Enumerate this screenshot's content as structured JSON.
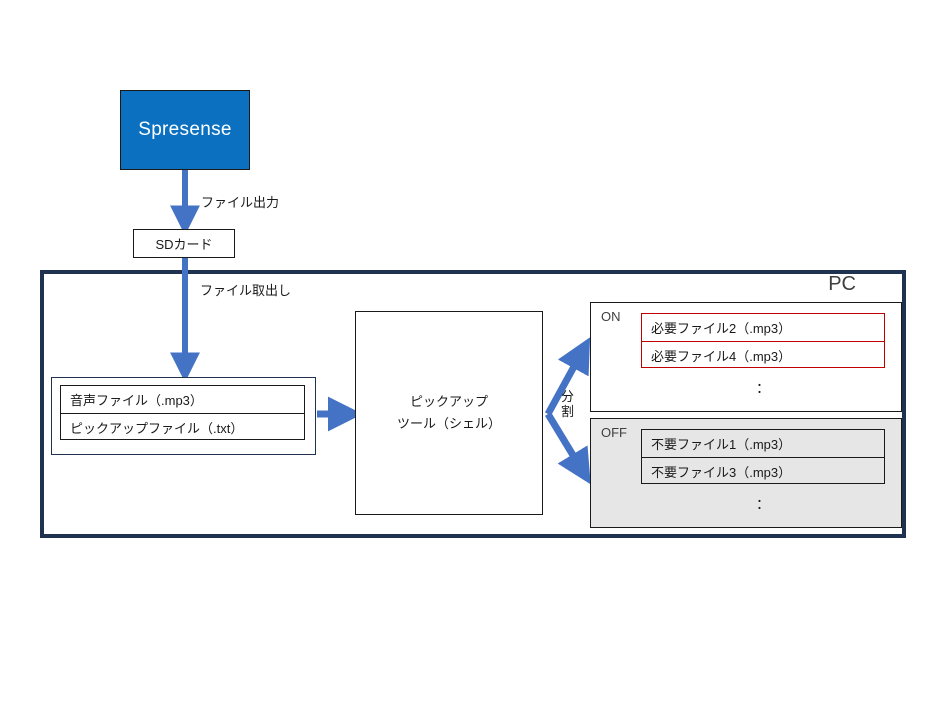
{
  "diagram": {
    "title_node": "Spresense",
    "storage_node": "SDカード",
    "container_label": "PC",
    "edges": {
      "file_output": "ファイル出力",
      "file_extract": "ファイル取出し",
      "split": "分割"
    },
    "files_group": {
      "rows": [
        "音声ファイル（.mp3）",
        "ピックアップファイル（.txt）"
      ]
    },
    "tool_node": {
      "line1": "ピックアップ",
      "line2": "ツール（シェル）"
    },
    "on_group": {
      "title": "ON",
      "rows": [
        "必要ファイル2（.mp3）",
        "必要ファイル4（.mp3）"
      ],
      "ellipsis": "：",
      "accent": "#c00000"
    },
    "off_group": {
      "title": "OFF",
      "rows": [
        "不要ファイル1（.mp3）",
        "不要ファイル3（.mp3）"
      ],
      "ellipsis": "：",
      "fill": "#e6e6e6"
    },
    "colors": {
      "node_fill": "#0a70bf",
      "arrow": "#4472c4",
      "container_border": "#1f3250",
      "text": "#1a1a1a"
    }
  }
}
